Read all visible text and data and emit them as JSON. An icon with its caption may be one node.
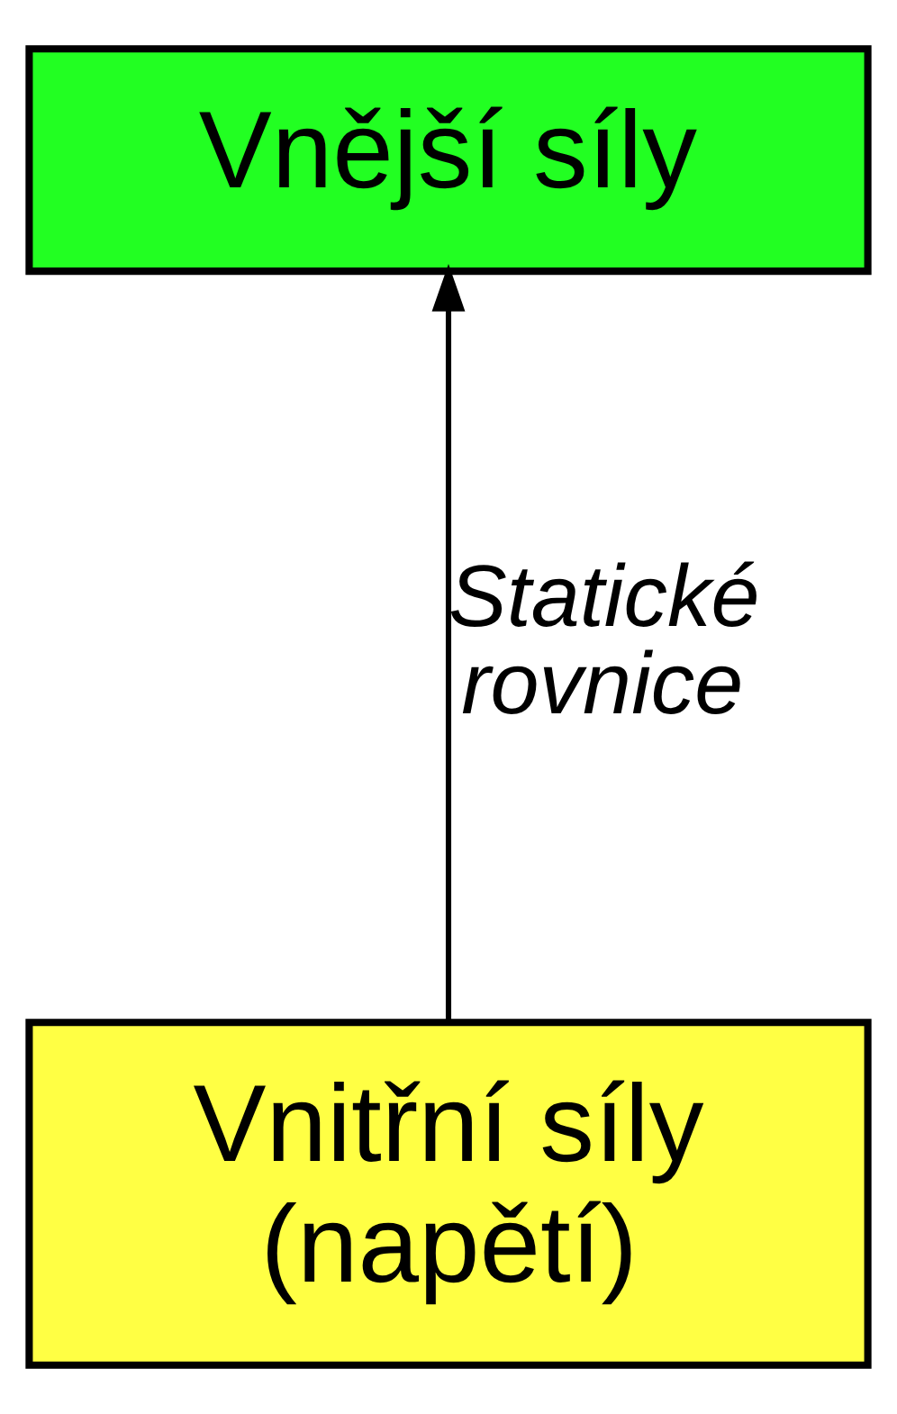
{
  "diagram": {
    "nodes": [
      {
        "text": [
          "Vnější síly"
        ]
      },
      {
        "text": [
          "Vnitřní síly (napětí)"
        ]
      }
    ],
    "edges": [
      {
        "from": 1,
        "to": 0,
        "arrow": "to",
        "label": "Statické rovnice"
      }
    ]
  }
}
